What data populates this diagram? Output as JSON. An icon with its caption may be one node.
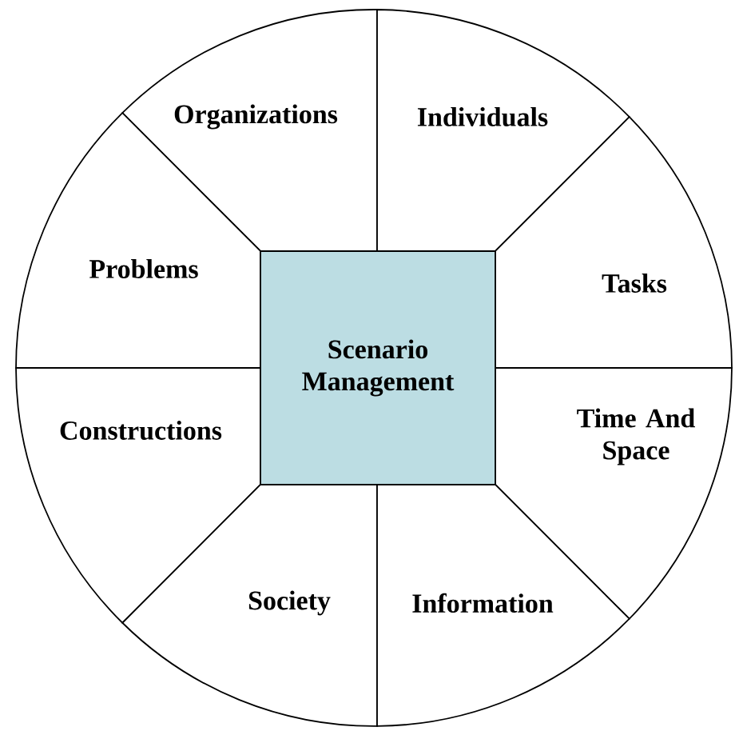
{
  "diagram": {
    "nodes": [
      {
        "text": [
          "Organizations"
        ]
      },
      {
        "text": [
          "Individuals"
        ]
      },
      {
        "text": [
          "Problems"
        ]
      },
      {
        "text": [
          "Tasks"
        ]
      },
      {
        "text": [
          "Scenario Management"
        ]
      },
      {
        "text": [
          "Constructions"
        ]
      },
      {
        "text": [
          "Time And Space"
        ]
      },
      {
        "text": [
          "Society"
        ]
      },
      {
        "text": [
          "Information"
        ]
      }
    ]
  }
}
